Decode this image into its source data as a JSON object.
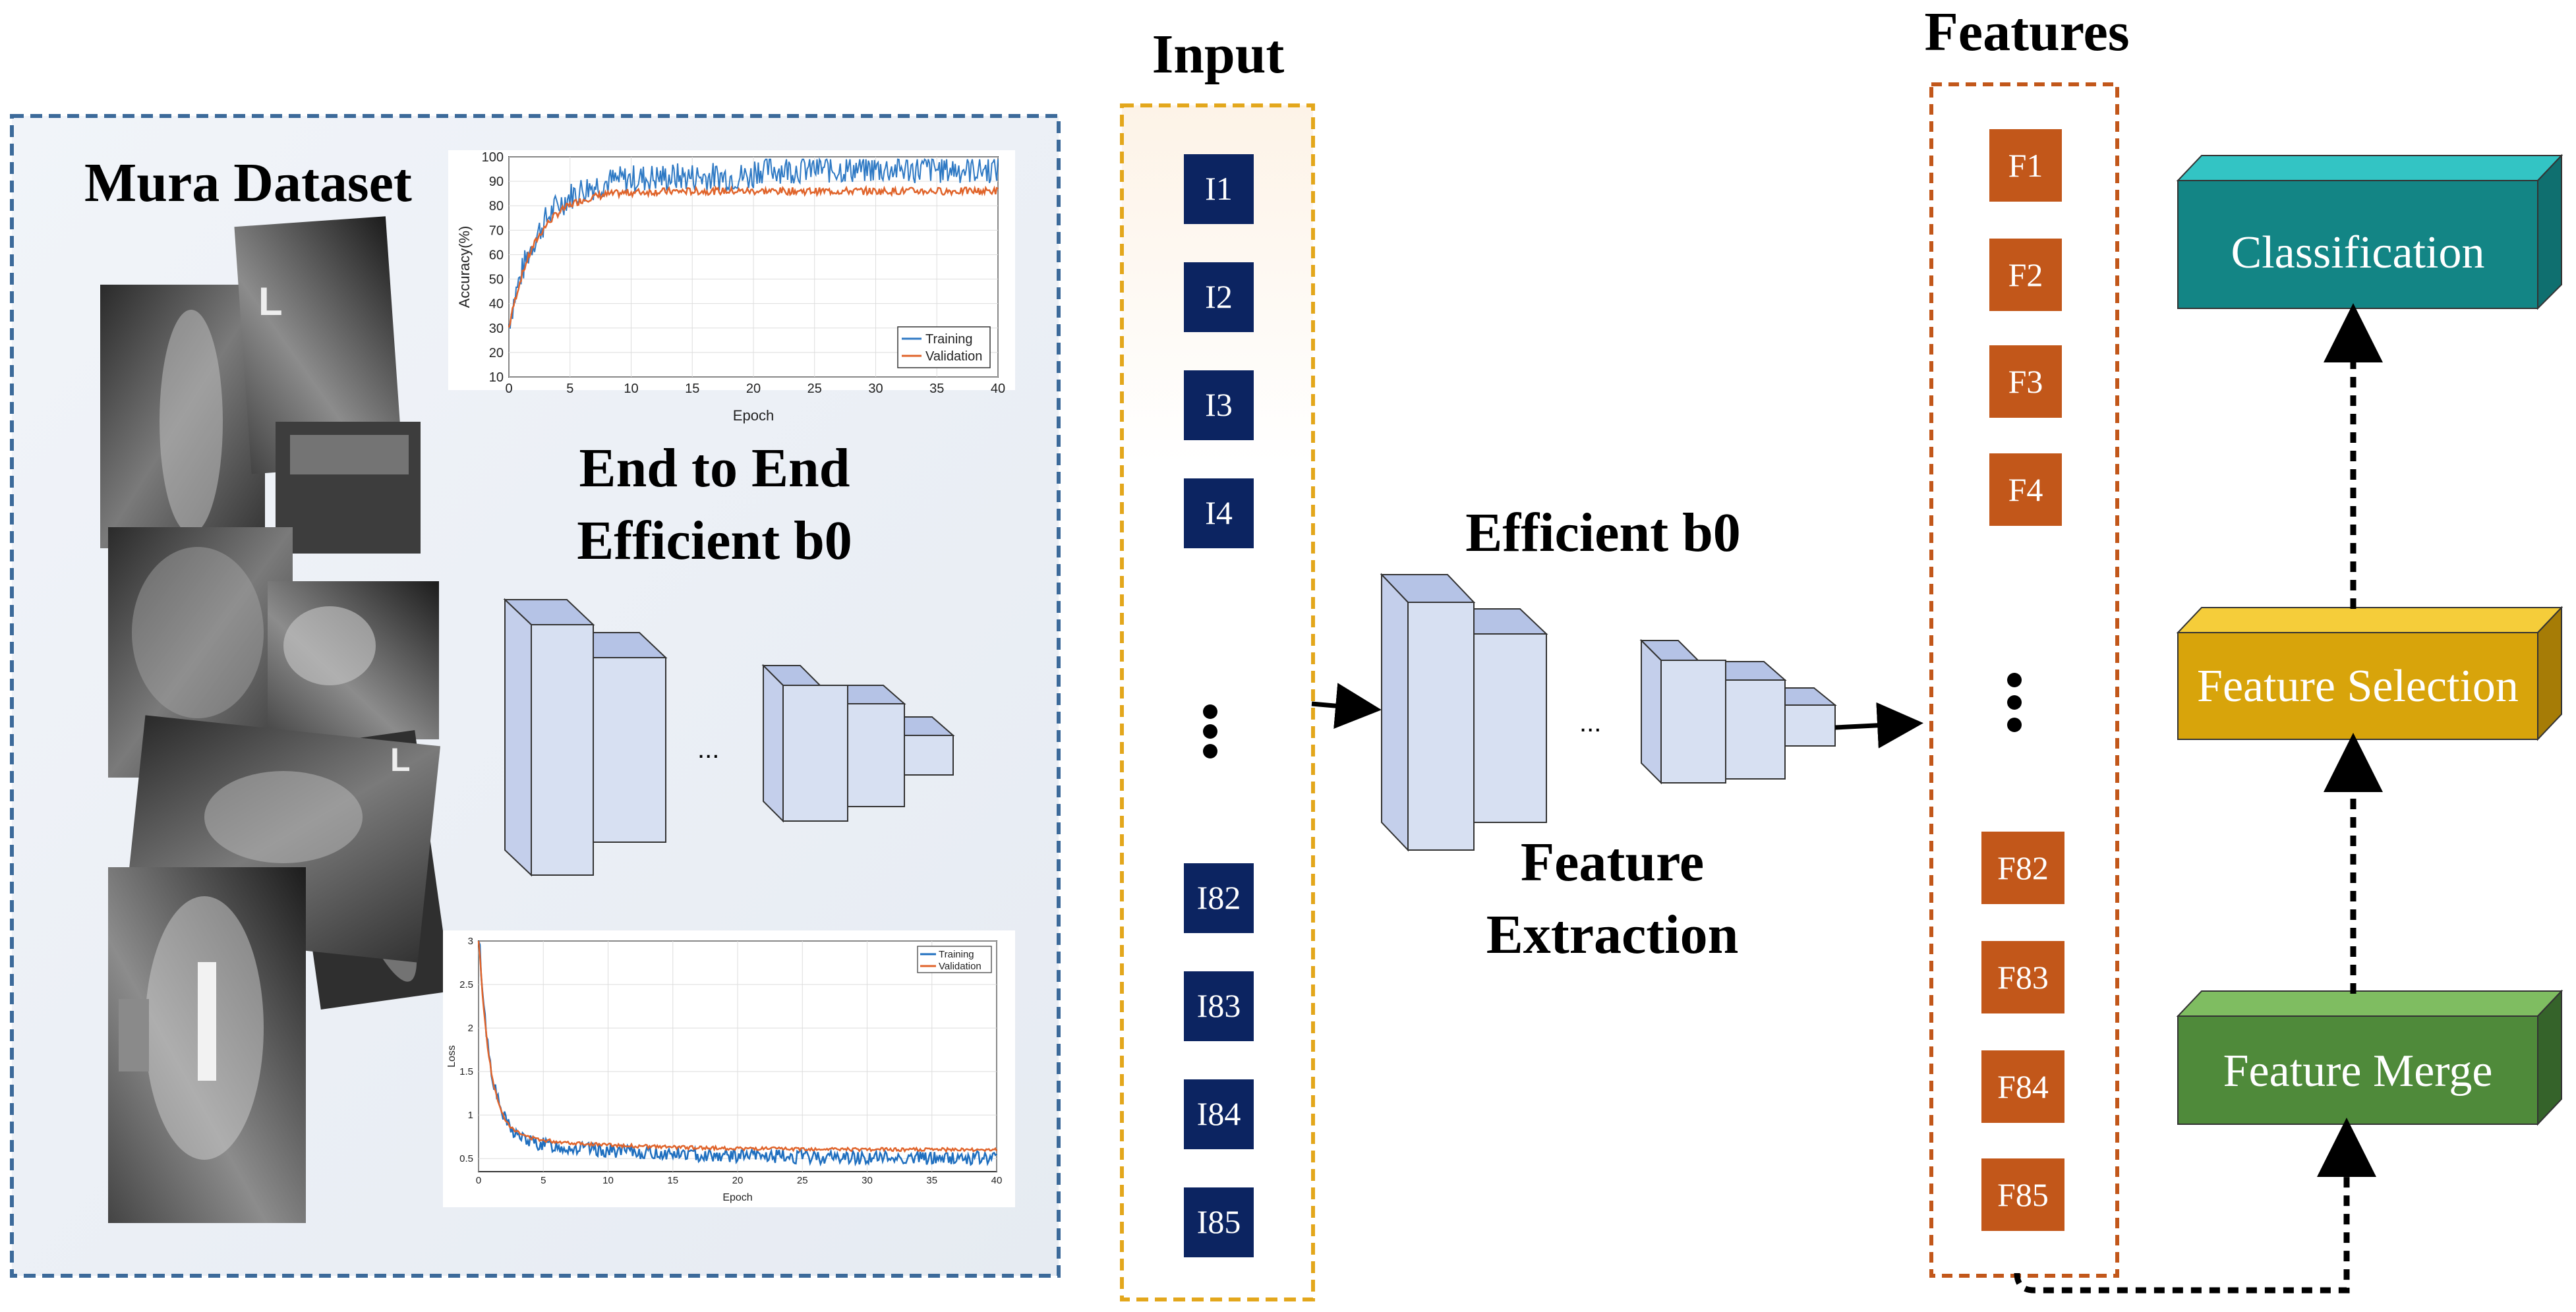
{
  "dataset_panel": {
    "title": "Mura Dataset",
    "subtitle_line1": "End to End",
    "subtitle_line2": "Efficient b0",
    "ellipsis": "..."
  },
  "accuracy_chart": {
    "ylabel": "Accuracy(%)",
    "xlabel": "Epoch",
    "y_ticks": [
      "100",
      "90",
      "80",
      "70",
      "60",
      "50",
      "40",
      "30",
      "20",
      "10"
    ],
    "x_ticks": [
      "0",
      "5",
      "10",
      "15",
      "20",
      "25",
      "30",
      "35",
      "40"
    ],
    "legend": [
      "Training",
      "Validation"
    ]
  },
  "loss_chart": {
    "ylabel": "Loss",
    "xlabel": "Epoch",
    "y_ticks": [
      "3",
      "2.5",
      "2",
      "1.5",
      "1",
      "0.5"
    ],
    "x_ticks": [
      "0",
      "5",
      "10",
      "15",
      "20",
      "25",
      "30",
      "35",
      "40"
    ],
    "legend": [
      "Training",
      "Validation"
    ]
  },
  "input_column": {
    "title": "Input",
    "items_top": [
      "I1",
      "I2",
      "I3",
      "I4"
    ],
    "items_bottom": [
      "I82",
      "I83",
      "I84",
      "I85"
    ]
  },
  "extraction": {
    "title": "Efficient b0",
    "label_line1": "Feature",
    "label_line2": "Extraction",
    "ellipsis": "..."
  },
  "features_column": {
    "title": "Features",
    "items_top": [
      "F1",
      "F2",
      "F3",
      "F4"
    ],
    "items_bottom": [
      "F82",
      "F83",
      "F84",
      "F85"
    ]
  },
  "pipeline": {
    "classification": "Classification",
    "selection": "Feature Selection",
    "merge": "Feature Merge"
  },
  "colors": {
    "input_box": "#0c2461",
    "feature_box": "#c2571a",
    "classification": "#138585",
    "selection": "#d8a40b",
    "merge": "#4f8a3a",
    "cube_face": "#d7e0f2",
    "cube_top": "#b5c3e6"
  }
}
